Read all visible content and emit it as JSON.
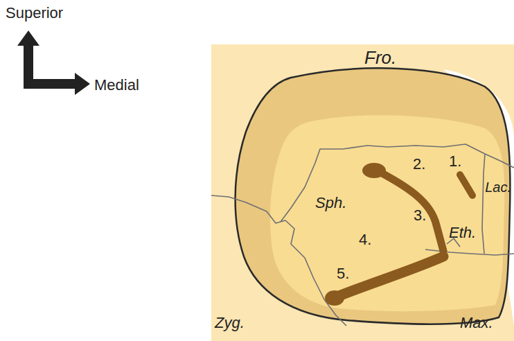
{
  "diagram": {
    "labels": [
      "Superior",
      "Medial",
      "Fro.",
      "2.",
      "1.",
      "Sph.",
      "3.",
      "Lac.",
      "Eth.",
      "4.",
      "5.",
      "Zyg.",
      "Max."
    ]
  }
}
